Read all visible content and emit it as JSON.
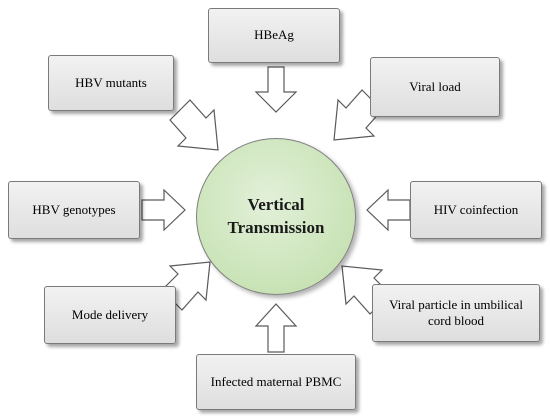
{
  "center": {
    "line1": "Vertical",
    "line2": "Transmission"
  },
  "factors": {
    "hbeag": "HBeAg",
    "hbv_mutants": "HBV mutants",
    "viral_load": "Viral load",
    "hbv_genotypes": "HBV genotypes",
    "hiv_coinfection": "HIV coinfection",
    "mode_delivery": "Mode delivery",
    "viral_particle": "Viral particle in umbilical cord blood",
    "infected_pbmc": "Infected maternal PBMC"
  },
  "colors": {
    "circle_fill": "#c9e3b6",
    "box_fill": "#e6e6e6",
    "arrow_fill": "#ffffff",
    "border": "#7a7a7a"
  }
}
